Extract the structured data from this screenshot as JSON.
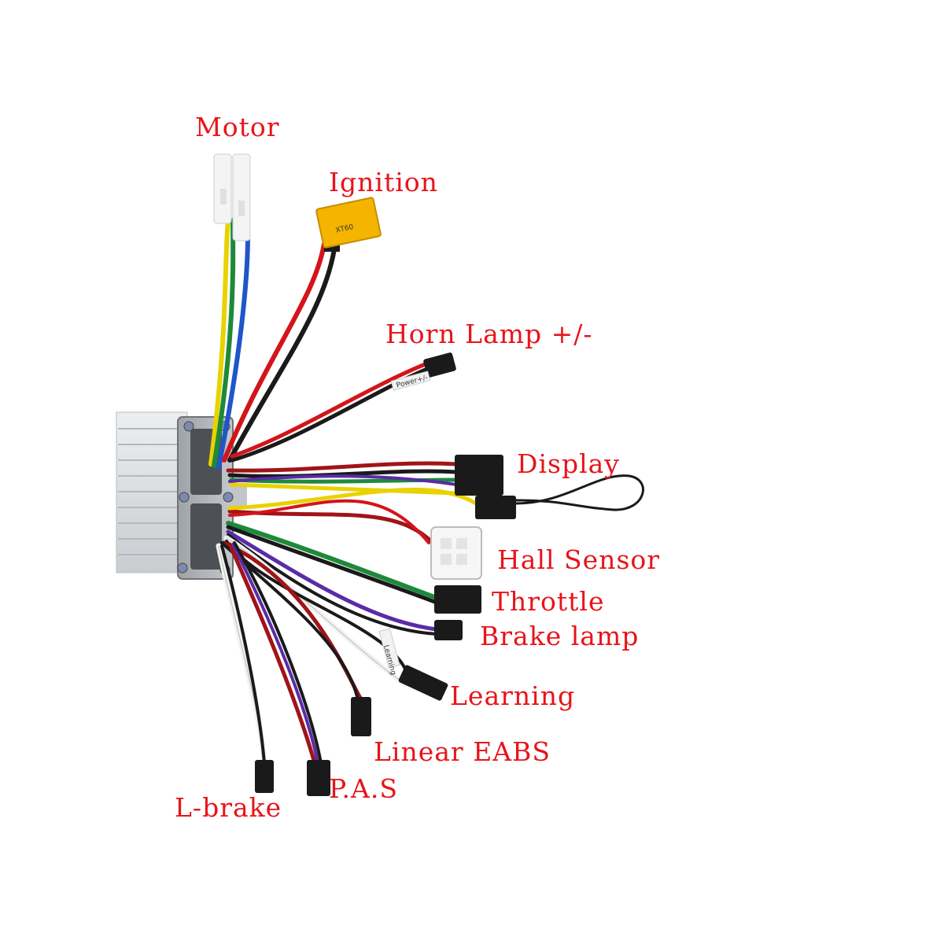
{
  "labels": {
    "motor": "Motor",
    "ignition": "Ignition",
    "horn_lamp": "Horn Lamp +/-",
    "display": "Display",
    "hall_sensor": "Hall Sensor",
    "throttle": "Throttle",
    "brake_lamp": "Brake lamp",
    "learning": "Learning",
    "linear_eabs": "Linear EABS",
    "pas": "P.A.S",
    "l_brake": "L-brake"
  },
  "wire_tags": {
    "power": "Power+/-",
    "learning": "Learning"
  },
  "colors": {
    "label": "#e8141b",
    "wire_red": "#d4141b",
    "wire_dark_red": "#a01418",
    "wire_black": "#1a1a1a",
    "wire_green": "#1d8a3a",
    "wire_blue": "#1f56c8",
    "wire_yellow": "#e8d200",
    "wire_purple": "#5a2ca8",
    "wire_white": "#f2f2f2",
    "connector_yellow": "#f4b400",
    "housing": "#d9dcdf"
  }
}
